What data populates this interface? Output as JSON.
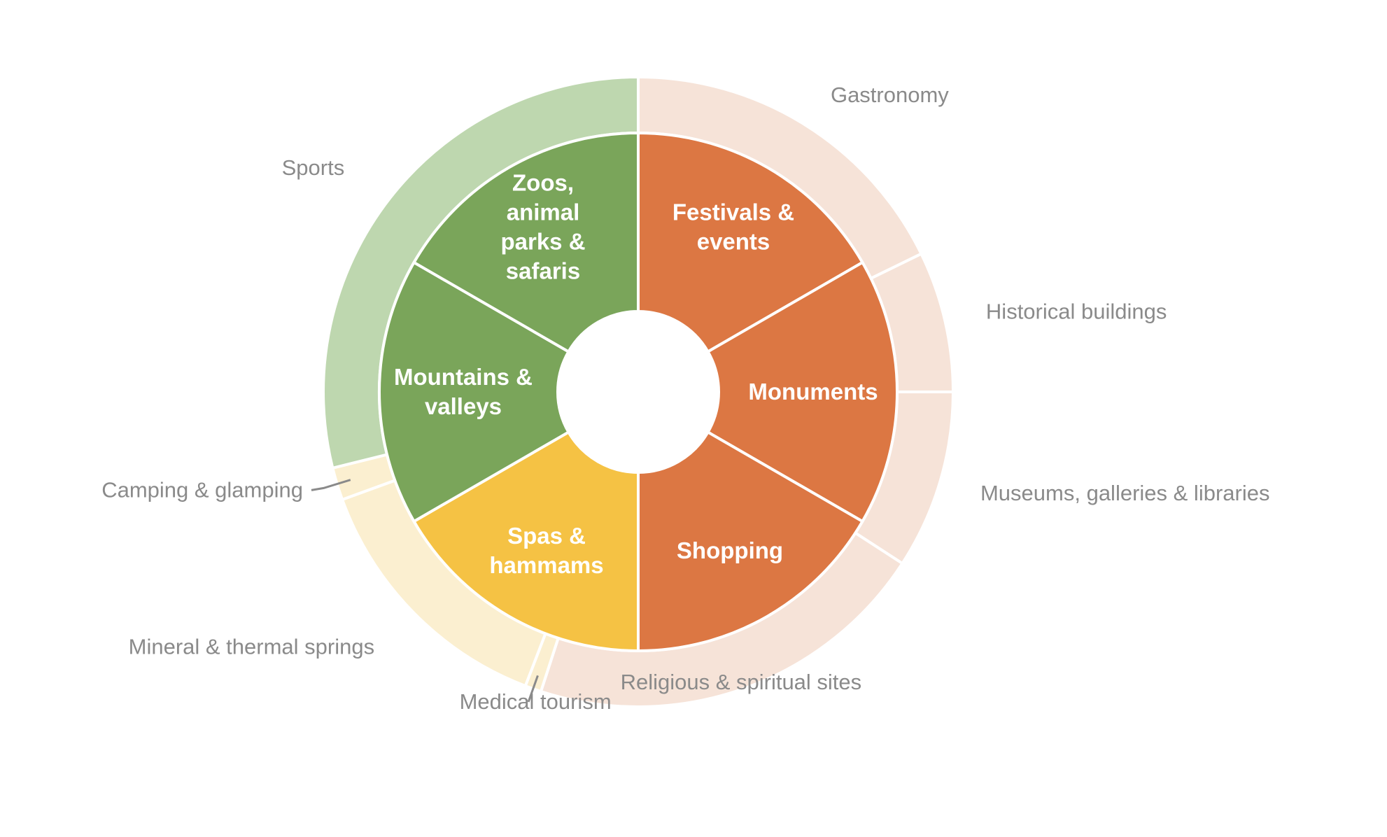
{
  "chart_data": {
    "type": "pie",
    "subtype": "sunburst",
    "inner_ring": [
      {
        "label": "Festivals & events",
        "value": 60,
        "color": "#DC7743"
      },
      {
        "label": "Monuments",
        "value": 60,
        "color": "#DC7743"
      },
      {
        "label": "Shopping",
        "value": 60,
        "color": "#DC7743"
      },
      {
        "label": "Spas & hammams",
        "value": 60,
        "color": "#F5C244"
      },
      {
        "label": "Mountains & valleys",
        "value": 60,
        "color": "#7AA55A"
      },
      {
        "label": "Zoos, animal parks & safaris",
        "value": 60,
        "color": "#7AA55A"
      }
    ],
    "outer_ring": [
      {
        "label": "Gastronomy",
        "value": 64,
        "color": "#F6E3D8"
      },
      {
        "label": "Historical buildings",
        "value": 26,
        "color": "#F6E3D8"
      },
      {
        "label": "Museums, galleries & libraries",
        "value": 33,
        "color": "#F6E3D8"
      },
      {
        "label": "Religious & spiritual sites",
        "value": 75,
        "color": "#F6E3D8"
      },
      {
        "label": "Medical tourism",
        "value": 3,
        "color": "#FBEFD0"
      },
      {
        "label": "Mineral & thermal springs",
        "value": 49,
        "color": "#FBEFD0"
      },
      {
        "label": "Camping & glamping",
        "value": 6,
        "color": "#FBEFD0"
      },
      {
        "label": "Sports",
        "value": 104,
        "color": "#BED7AF"
      }
    ],
    "title": "",
    "legend": "none"
  }
}
